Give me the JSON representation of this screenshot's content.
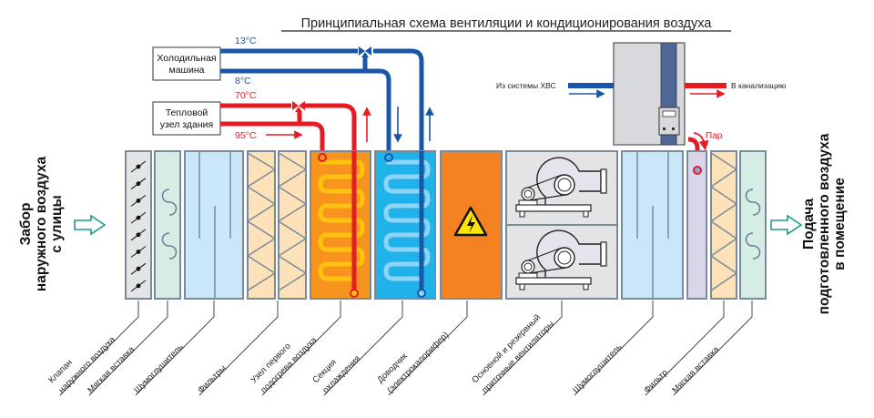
{
  "title": "Принципиальная схема вентиляции и кондиционирования воздуха",
  "sources": {
    "chiller": {
      "label_line1": "Холодильная",
      "label_line2": "машина",
      "supply_temp": "13°C",
      "return_temp": "8°C"
    },
    "heat_node": {
      "label_line1": "Тепловой",
      "label_line2": "узел здания",
      "supply_temp": "70°C",
      "return_temp": "95°C"
    }
  },
  "humidifier": {
    "water_in_label": "Из системы ХВС",
    "water_out_label": "В канализацию",
    "steam_label": "Пар"
  },
  "side_labels": {
    "intake": [
      "Забор",
      "наружного воздуха",
      "с улицы"
    ],
    "supply": [
      "Подача",
      "подготовленного воздуха",
      "в помещение"
    ]
  },
  "components": [
    {
      "id": "damper",
      "caption": [
        "Клапан",
        "наружного воздуха"
      ]
    },
    {
      "id": "soft-insert-1",
      "caption": [
        "Мягкая вставка"
      ]
    },
    {
      "id": "silencer-1",
      "caption": [
        "Шумоглушитель"
      ]
    },
    {
      "id": "filters",
      "caption": [
        "Фильтры"
      ]
    },
    {
      "id": "preheater",
      "caption": [
        "Узел первого",
        "подогрева воздуха"
      ]
    },
    {
      "id": "cooling",
      "caption": [
        "Секция",
        "охлаждения"
      ]
    },
    {
      "id": "reheater",
      "caption": [
        "Доводчик",
        "(электрокалорифер)"
      ]
    },
    {
      "id": "fans",
      "caption": [
        "Основной и резервный",
        "приточные вентиляторы"
      ]
    },
    {
      "id": "silencer-2",
      "caption": [
        "Шумоглушитель"
      ]
    },
    {
      "id": "filter",
      "caption": [
        "Фильтр"
      ]
    },
    {
      "id": "soft-insert-2",
      "caption": [
        "Мягкая вставка"
      ]
    }
  ],
  "colors": {
    "cold_pipe": "#1a56a8",
    "hot_pipe": "#e51c24",
    "arrow_teal": "#1a9b8a",
    "orange": "#f5841f",
    "cyan": "#1fb3ea",
    "outline": "#7b8a9a"
  }
}
